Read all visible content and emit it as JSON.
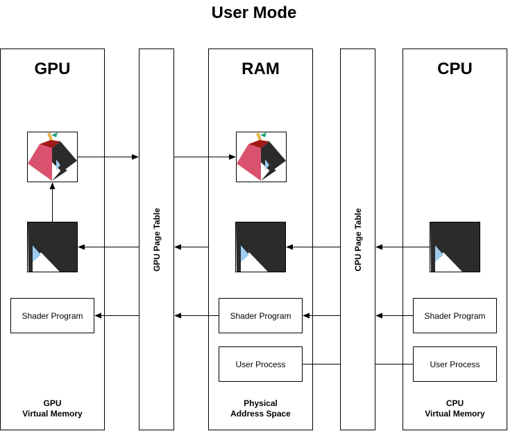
{
  "title": "User Mode",
  "columns": {
    "gpu": {
      "heading": "GPU",
      "footer": "GPU\nVirtual Memory"
    },
    "ram": {
      "heading": "RAM",
      "footer": "Physical\nAddress Space"
    },
    "cpu": {
      "heading": "CPU",
      "footer": "CPU\nVirtual Memory"
    }
  },
  "page_tables": {
    "gpu": "GPU Page Table",
    "cpu": "CPU Page Table"
  },
  "boxes": {
    "gpu_shader": "Shader Program",
    "ram_shader": "Shader Program",
    "cpu_shader": "Shader Program",
    "ram_process": "User Process",
    "cpu_process": "User Process"
  },
  "icons": {
    "gpu_mesa": "mesa-logo-icon",
    "ram_mesa": "mesa-logo-icon",
    "gpu_arch": "arch-logo-icon",
    "ram_arch": "arch-logo-icon",
    "cpu_arch": "arch-logo-icon"
  },
  "colors": {
    "border": "#000000",
    "logo_dark": "#2b2b2b",
    "logo_pink": "#d9536e",
    "logo_red": "#a11a1a",
    "logo_blue": "#9ccbee",
    "logo_gold": "#e8b54a",
    "logo_green": "#1aa37a"
  }
}
